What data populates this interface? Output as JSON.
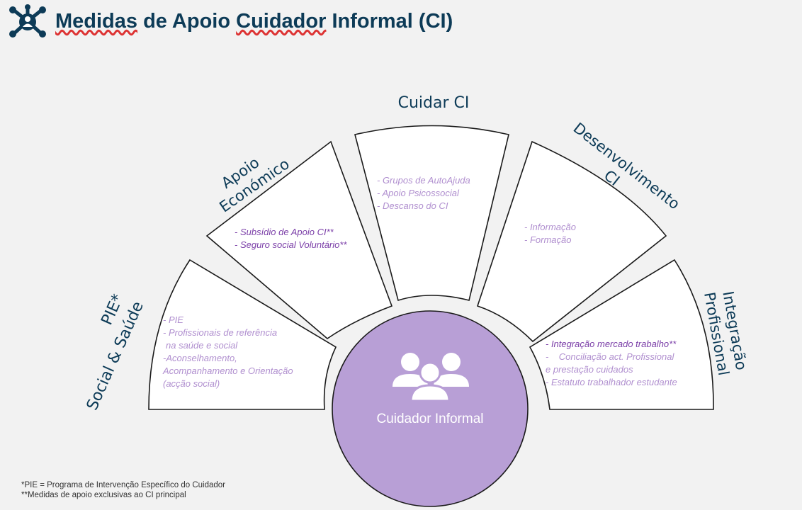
{
  "title": {
    "word1": "Medidas",
    "word2": " de Apoio ",
    "word3": "Cuidador",
    "word4": " Informal (CI)"
  },
  "icon": "network-people-icon",
  "center": {
    "label": "Cuidador Informal",
    "icon": "group-people-icon"
  },
  "colors": {
    "title": "#0d3b57",
    "center_fill": "#b89fd6",
    "item_light": "#b08fcf",
    "item_strong": "#7b3fa8"
  },
  "segments": {
    "social": {
      "label_line1": "PIE*",
      "label_line2": "Social & Saúde",
      "items": [
        "- PIE",
        "- Profissionais de referência",
        "na saúde e social",
        "-Aconselhamento,",
        "Acompanhamento e Orientação",
        "(acção social)"
      ]
    },
    "economico": {
      "label_line1": "Apoio",
      "label_line2": "Económico",
      "items": [
        "- Subsídio de Apoio CI**",
        "- Seguro social Voluntário**"
      ]
    },
    "cuidar": {
      "label": "Cuidar CI",
      "items": [
        "- Grupos de AutoAjuda",
        "- Apoio Psicossocial",
        "- Descanso do CI"
      ]
    },
    "desenvolvimento": {
      "label_line1": "Desenvolvimento",
      "label_line2": "CI",
      "items": [
        "- Informação",
        "- Formação"
      ]
    },
    "integracao": {
      "label_line1": "Integração",
      "label_line2": "Profissional",
      "items": [
        "- Integração mercado trabalho**",
        "-    Conciliação act. Profissional",
        "e prestação cuidados",
        "- Estatuto trabalhador estudante"
      ]
    }
  },
  "footnotes": [
    "*PIE = Programa de Intervenção Específico do Cuidador",
    "**Medidas de apoio exclusivas ao CI principal"
  ]
}
